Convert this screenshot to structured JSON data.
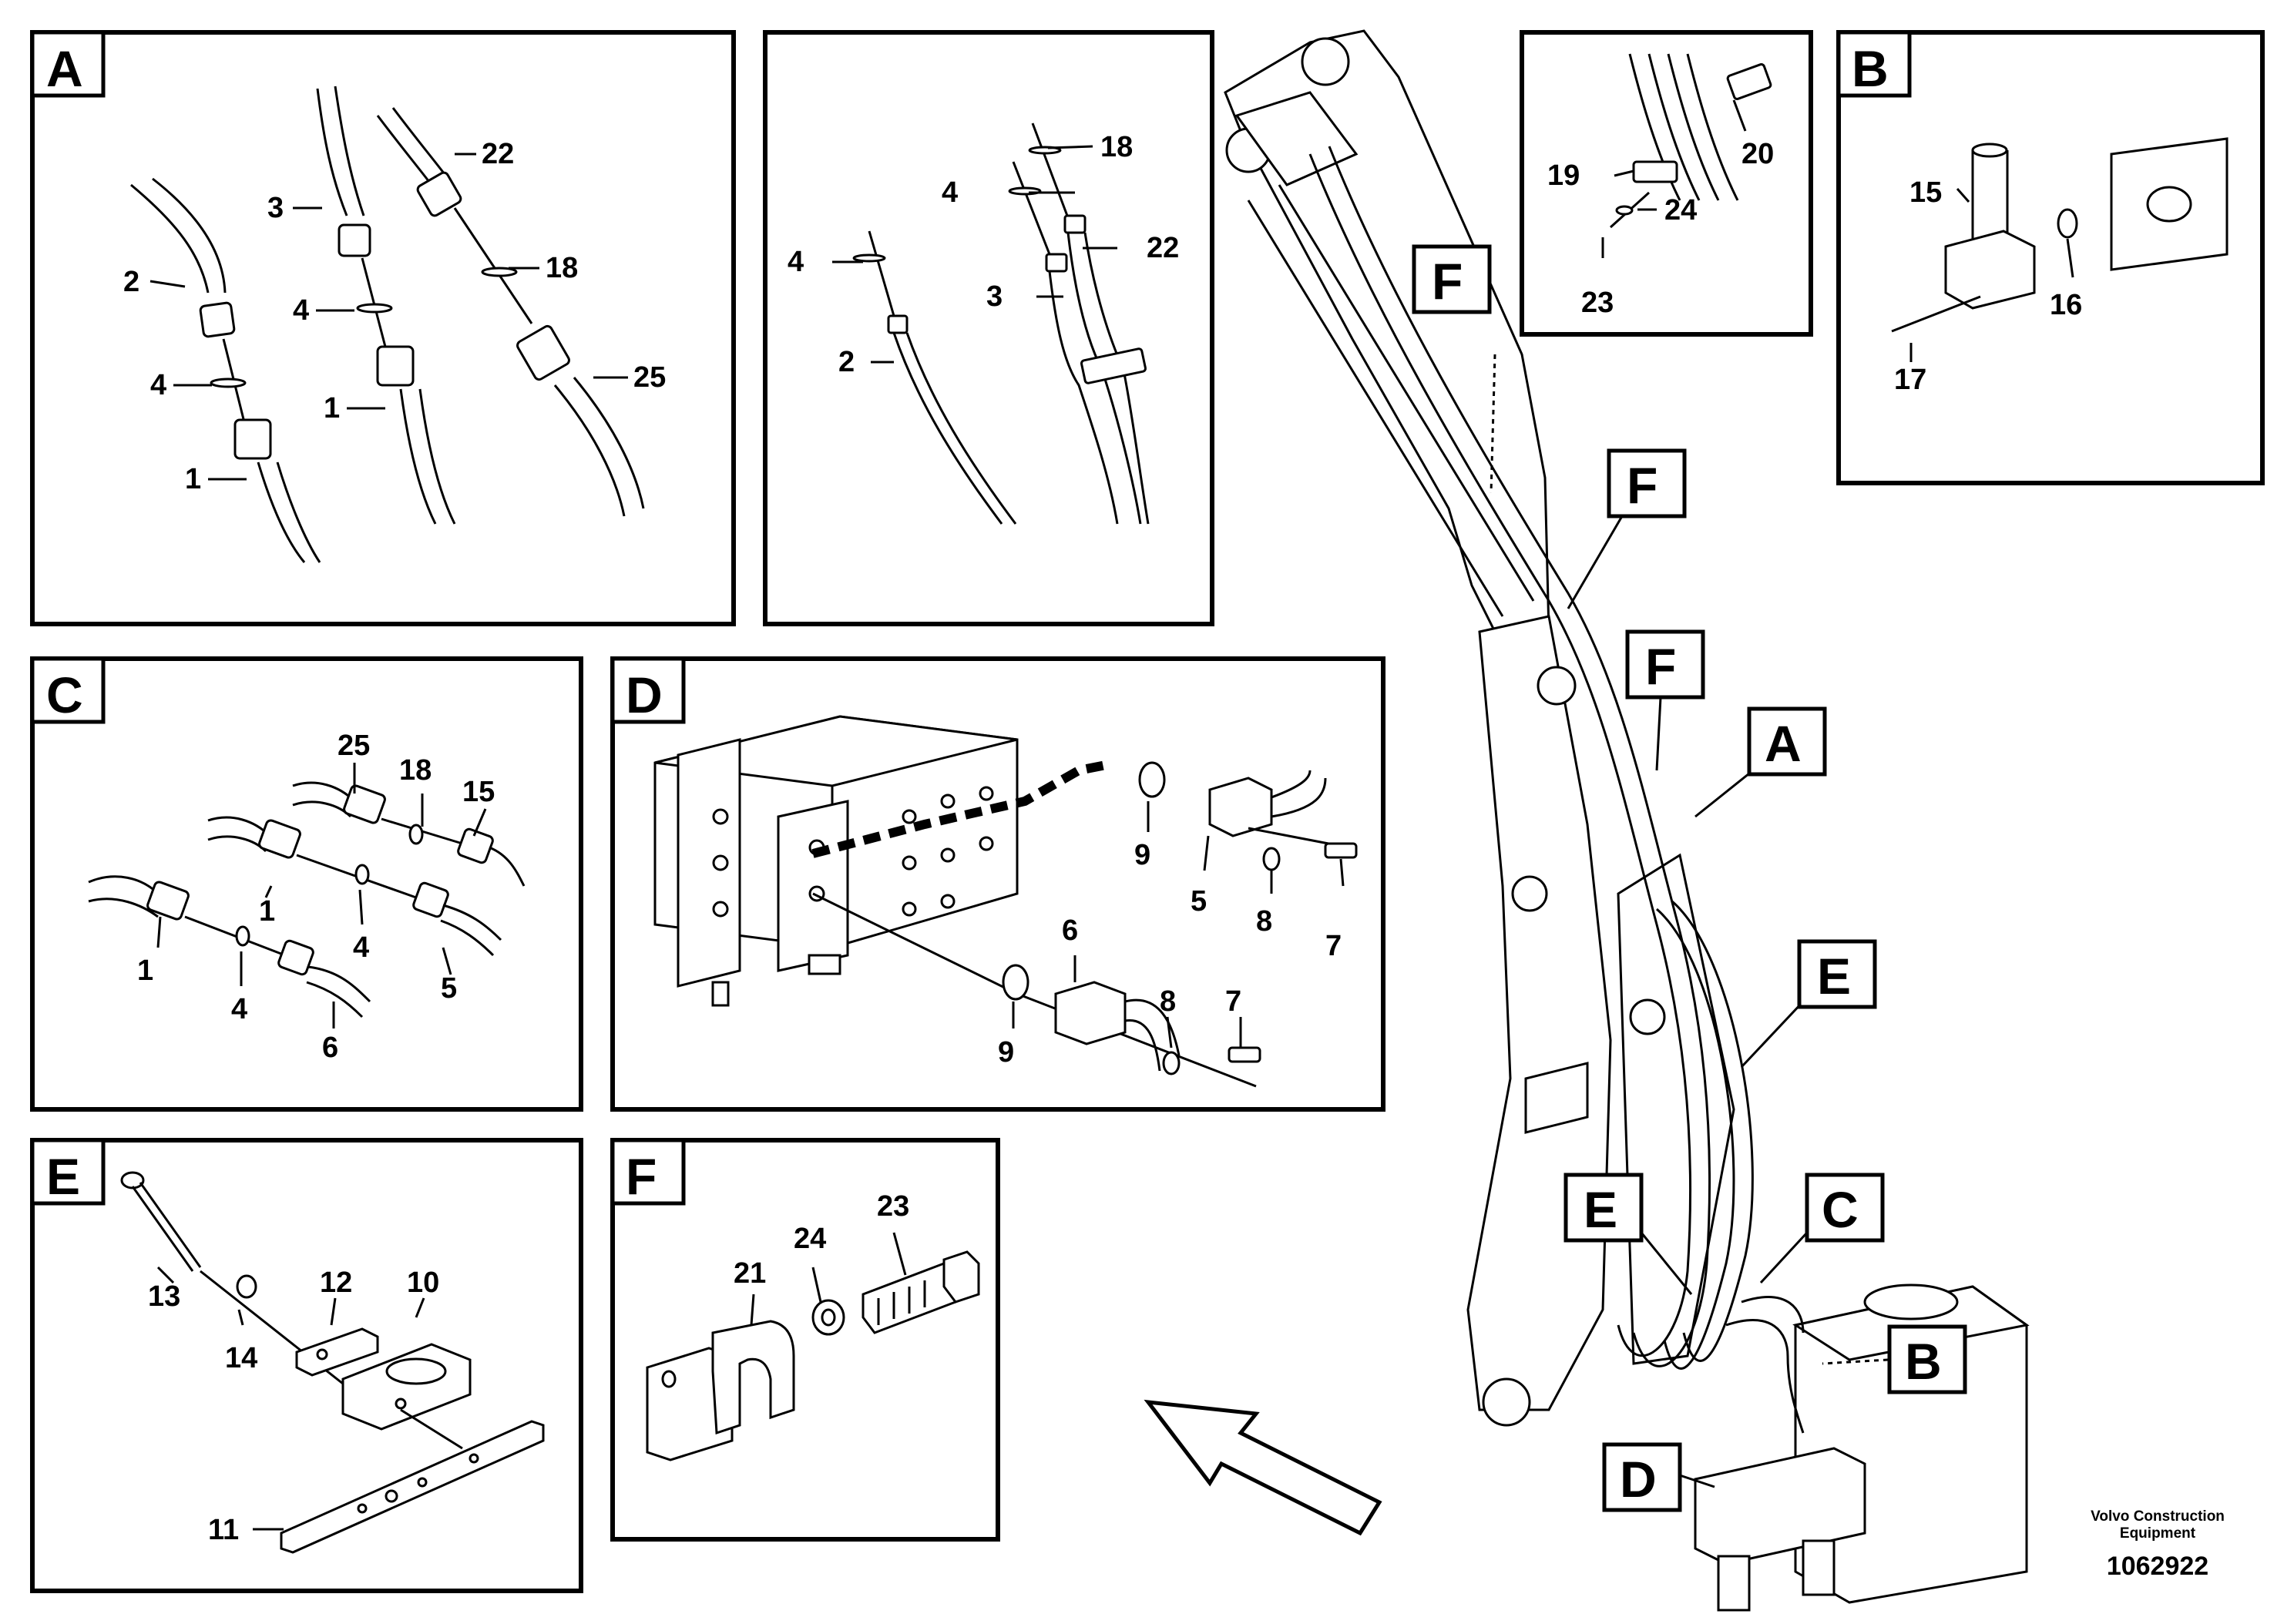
{
  "panels": {
    "A": {
      "label": "A",
      "callouts": [
        "2",
        "3",
        "22",
        "18",
        "4",
        "4",
        "1",
        "1",
        "25"
      ]
    },
    "A2": {
      "callouts": [
        "18",
        "4",
        "22",
        "4",
        "3",
        "2"
      ]
    },
    "inset": {
      "callouts": [
        "20",
        "19",
        "24",
        "23"
      ]
    },
    "B": {
      "label": "B",
      "callouts": [
        "15",
        "16",
        "17"
      ]
    },
    "C": {
      "label": "C",
      "callouts": [
        "25",
        "18",
        "15",
        "1",
        "1",
        "4",
        "4",
        "5",
        "6"
      ]
    },
    "D": {
      "label": "D",
      "callouts": [
        "9",
        "5",
        "8",
        "7",
        "6",
        "8",
        "7",
        "9"
      ]
    },
    "E": {
      "label": "E",
      "callouts": [
        "12",
        "10",
        "13",
        "14",
        "11"
      ]
    },
    "F": {
      "label": "F",
      "callouts": [
        "21",
        "24",
        "23"
      ]
    }
  },
  "main_tags": [
    "F",
    "F",
    "F",
    "A",
    "E",
    "E",
    "C",
    "B",
    "D"
  ],
  "footer": {
    "company_line1": "Volvo Construction",
    "company_line2": "Equipment",
    "drawing_number": "1062922"
  }
}
